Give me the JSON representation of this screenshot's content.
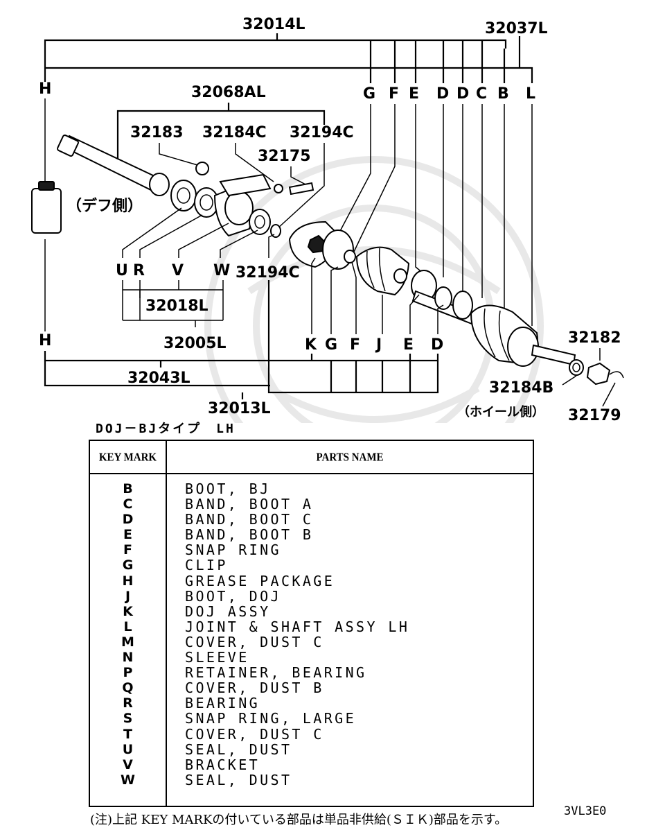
{
  "diagram": {
    "labels": {
      "p32014L": "32014L",
      "p32037L": "32037L",
      "p32068AL": "32068AL",
      "p32183": "32183",
      "p32184C": "32184C",
      "p32194C_top": "32194C",
      "p32175": "32175",
      "p32194C_mid": "32194C",
      "p32018L": "32018L",
      "p32005L": "32005L",
      "p32043L": "32043L",
      "p32013L": "32013L",
      "p32182": "32182",
      "p32184B": "32184B",
      "p32179": "32179",
      "diff_side": "（デフ側）",
      "wheel_side": "（ホイール側）"
    },
    "top_marks": [
      "H",
      "G",
      "F",
      "E",
      "D",
      "D",
      "C",
      "B",
      "L"
    ],
    "left_marks": [
      "U",
      "R",
      "V",
      "W"
    ],
    "bottom_marks": [
      "H",
      "K",
      "G",
      "F",
      "J",
      "E",
      "D"
    ]
  },
  "subtitle": "DOJ－BJタイプ　LH",
  "table": {
    "header_key": "KEY MARK",
    "header_parts": "PARTS NAME",
    "rows": [
      {
        "key": "B",
        "name": "BOOT, BJ"
      },
      {
        "key": "C",
        "name": "BAND, BOOT A"
      },
      {
        "key": "D",
        "name": "BAND, BOOT C"
      },
      {
        "key": "E",
        "name": "BAND, BOOT B"
      },
      {
        "key": "F",
        "name": "SNAP RING"
      },
      {
        "key": "G",
        "name": "CLIP"
      },
      {
        "key": "H",
        "name": "GREASE PACKAGE"
      },
      {
        "key": "J",
        "name": "BOOT, DOJ"
      },
      {
        "key": "K",
        "name": "DOJ ASSY"
      },
      {
        "key": "L",
        "name": "JOINT & SHAFT ASSY LH"
      },
      {
        "key": "M",
        "name": "COVER, DUST C"
      },
      {
        "key": "N",
        "name": "SLEEVE"
      },
      {
        "key": "P",
        "name": "RETAINER, BEARING"
      },
      {
        "key": "Q",
        "name": "COVER, DUST B"
      },
      {
        "key": "R",
        "name": "BEARING"
      },
      {
        "key": "S",
        "name": "SNAP RING, LARGE"
      },
      {
        "key": "T",
        "name": "COVER, DUST C"
      },
      {
        "key": "U",
        "name": "SEAL, DUST"
      },
      {
        "key": "V",
        "name": "BRACKET"
      },
      {
        "key": "W",
        "name": "SEAL, DUST"
      }
    ]
  },
  "footnote": "(注)上記 KEY MARKの付いている部品は単品非供給(ＳＩＫ)部品を示す。",
  "figure_code": "3VL3E0"
}
